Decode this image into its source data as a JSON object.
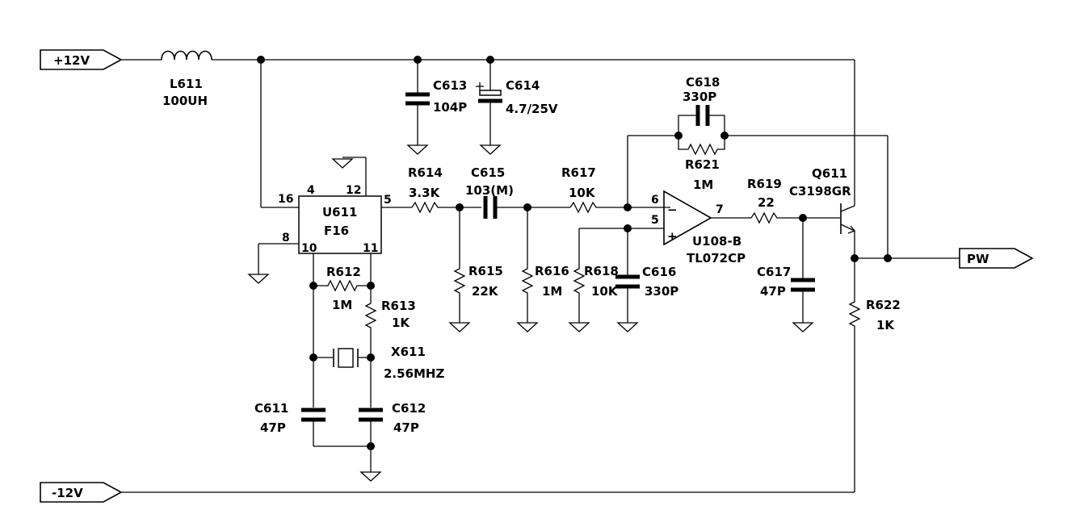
{
  "ports": {
    "vpos": "+12V",
    "vneg": "-12V",
    "out": "PW"
  },
  "components": {
    "L611": {
      "ref": "L611",
      "value": "100UH"
    },
    "C613": {
      "ref": "C613",
      "value": "104P"
    },
    "C614": {
      "ref": "C614",
      "value": "4.7/25V"
    },
    "U611": {
      "ref": "U611",
      "value": "F16",
      "pins": {
        "p4": "4",
        "p12": "12",
        "p16": "16",
        "p5": "5",
        "p8": "8",
        "p10": "10",
        "p11": "11"
      }
    },
    "R612": {
      "ref": "R612",
      "value": "1M"
    },
    "R613": {
      "ref": "R613",
      "value": "1K"
    },
    "X611": {
      "ref": "X611",
      "value": "2.56MHZ"
    },
    "C611": {
      "ref": "C611",
      "value": "47P"
    },
    "C612": {
      "ref": "C612",
      "value": "47P"
    },
    "R614": {
      "ref": "R614",
      "value": "3.3K"
    },
    "C615": {
      "ref": "C615",
      "value": "103(M)"
    },
    "R615": {
      "ref": "R615",
      "value": "22K"
    },
    "R616": {
      "ref": "R616",
      "value": "1M"
    },
    "R617": {
      "ref": "R617",
      "value": "10K"
    },
    "C618": {
      "ref": "C618",
      "value": "330P"
    },
    "R621": {
      "ref": "R621",
      "value": "1M"
    },
    "R618": {
      "ref": "R618",
      "value": "10K"
    },
    "C616": {
      "ref": "C616",
      "value": "330P"
    },
    "U108B": {
      "ref": "U108-B",
      "value": "TL072CP",
      "pins": {
        "p6": "6",
        "p5": "5",
        "p7": "7",
        "minus": "−",
        "plus": "+"
      }
    },
    "R619": {
      "ref": "R619",
      "value": "22"
    },
    "C617": {
      "ref": "C617",
      "value": "47P"
    },
    "Q611": {
      "ref": "Q611",
      "value": "C3198GR"
    },
    "R622": {
      "ref": "R622",
      "value": "1K"
    }
  }
}
